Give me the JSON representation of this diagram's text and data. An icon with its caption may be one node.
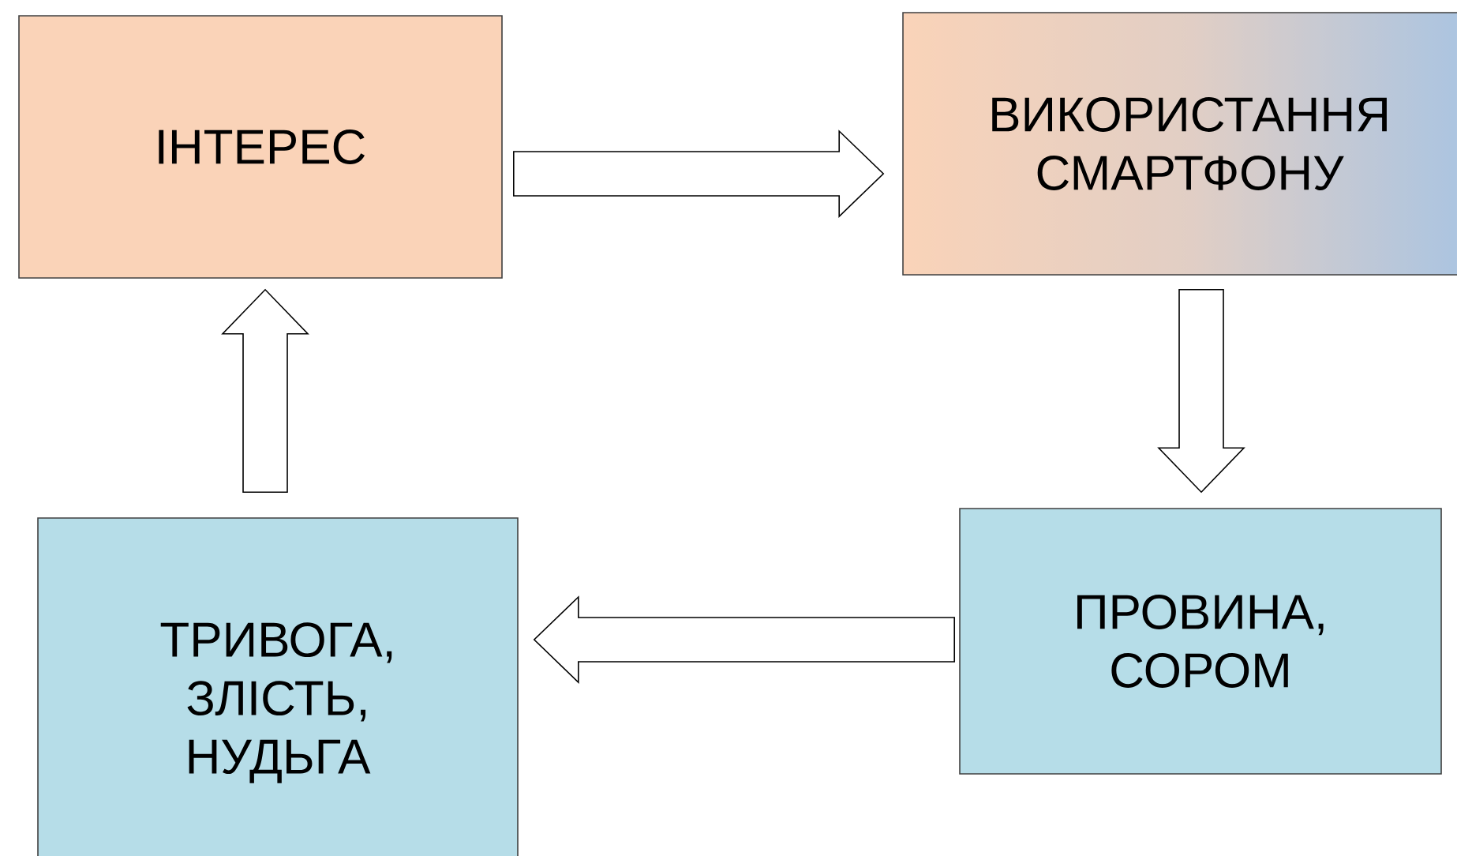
{
  "diagram": {
    "nodes": [
      {
        "text": [
          "ІНТЕРЕС"
        ]
      },
      {
        "text": [
          "ВИКОРИСТАННЯ СМАРТФОНУ"
        ]
      },
      {
        "text": [
          "ПРОВИНА, СОРОМ"
        ]
      },
      {
        "text": [
          "ТРИВОГА, ЗЛІСТЬ, НУДЬГА"
        ]
      }
    ],
    "edges": [
      {
        "from": 0,
        "to": 1,
        "arrow": "to"
      },
      {
        "from": 1,
        "to": 2,
        "arrow": "to"
      },
      {
        "from": 2,
        "to": 3,
        "arrow": "to"
      },
      {
        "from": 3,
        "to": 0,
        "arrow": "to"
      }
    ]
  }
}
